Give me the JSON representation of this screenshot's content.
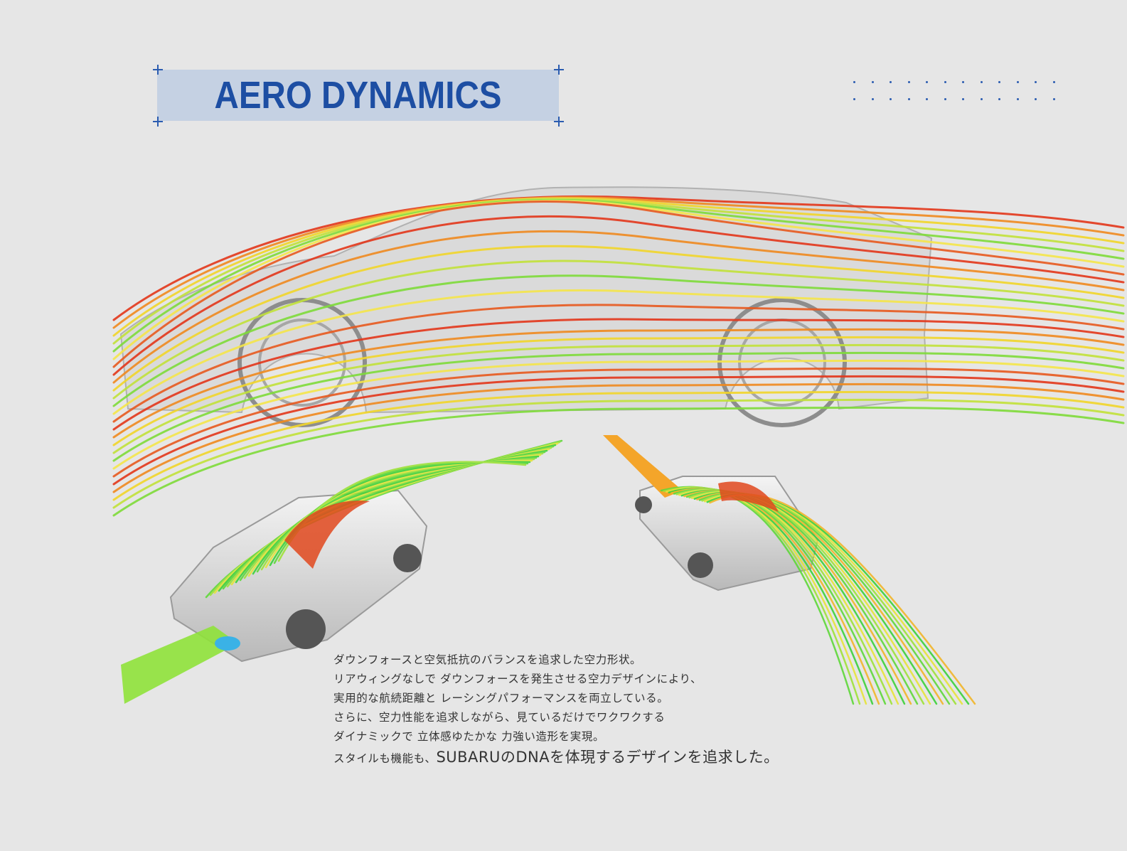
{
  "header": {
    "title": "AERO DYNAMICS"
  },
  "description": {
    "lines": [
      "ダウンフォースと空気抵抗のバランスを追求した空力形状。",
      "リアウィングなしで ダウンフォースを発生させる空力デザインにより、",
      "実用的な航続距離と レーシングパフォーマンスを両立している。",
      "さらに、空力性能を追求しながら、見ているだけでワクワクする",
      "ダイナミックで 立体感ゆたかな 力強い造形を実現。"
    ],
    "last_line_small": "スタイルも機能も、",
    "last_line_large": "SUBARUのDNAを体現するデザインを追求した。"
  },
  "colors": {
    "accent": "#1d4ea3",
    "title_bg": "#c5d1e3",
    "background": "#e6e6e6"
  }
}
